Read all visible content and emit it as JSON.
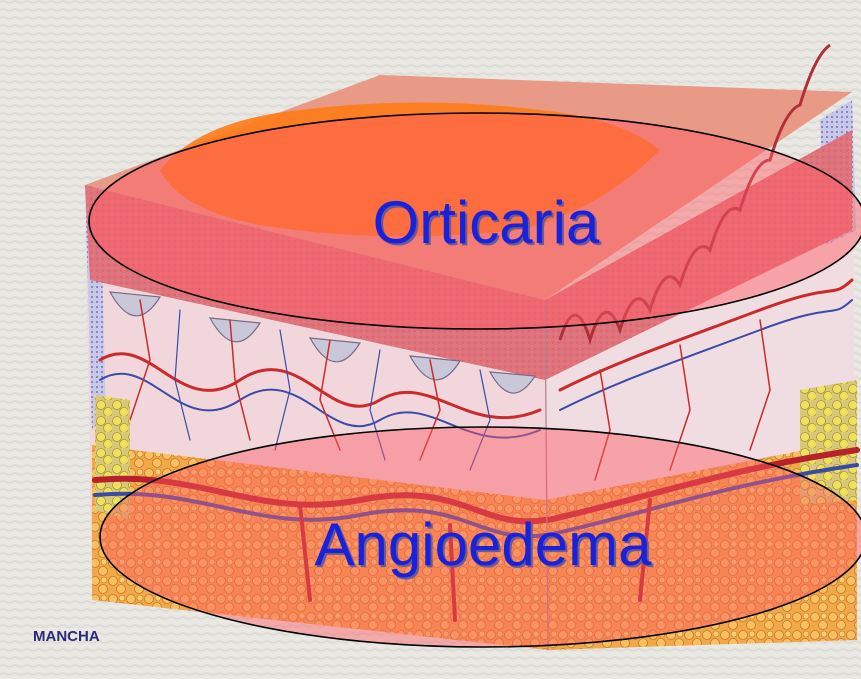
{
  "diagram": {
    "regions": [
      {
        "id": "top",
        "label": "Orticaria"
      },
      {
        "id": "bottom",
        "label": "Angioedema"
      }
    ],
    "caption": "MANCHA"
  },
  "colors": {
    "background": "#e7e6e1",
    "region_fill": "#ff5a64",
    "region_outline": "#000000",
    "label_text": "#1a22d8",
    "label_shadow": "#6a5a9a",
    "caption_text": "#2a2a7a",
    "skin_surface": "#ff7a18",
    "dermis": "#e55a6a",
    "fat": "#f4b24a",
    "artery": "#cc2a2a",
    "vein": "#3a4aa8"
  }
}
